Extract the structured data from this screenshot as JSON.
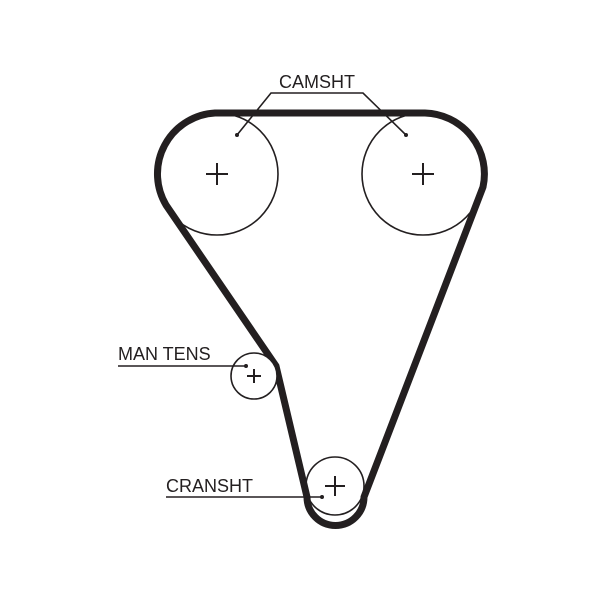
{
  "diagram": {
    "labels": {
      "camshaft": "CAMSHT",
      "tensioner": "MAN TENS",
      "crankshaft": "CRANSHT"
    },
    "colors": {
      "belt": "#231f20",
      "pulley": "#231f20",
      "text": "#231f20",
      "background": "#ffffff"
    }
  }
}
